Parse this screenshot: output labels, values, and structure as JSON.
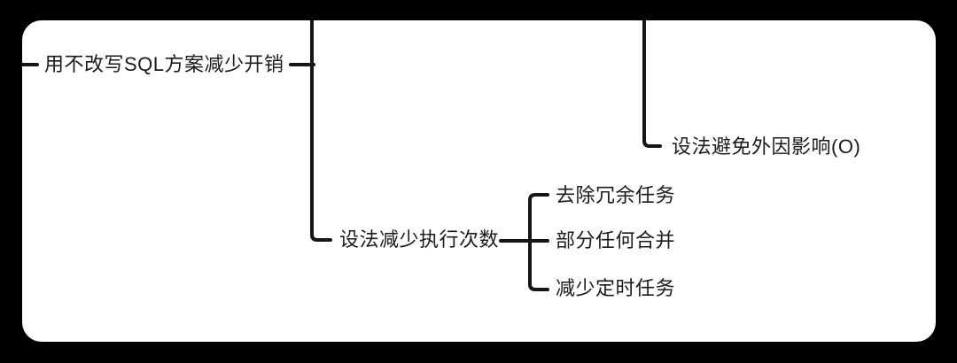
{
  "frame": {
    "background_color": "#000000",
    "panel_background_color": "#ffffff"
  },
  "style": {
    "line_color": "#161616",
    "text_color": "#1b1b1b"
  },
  "mindmap": {
    "nodes": {
      "root": "用不改写SQL方案减少开销",
      "avoid_external": "设法避免外因影响(O)",
      "reduce_exec": "设法减少执行次数",
      "child_remove_redundant": "去除冗余任务",
      "child_merge_partial": "部分任何合并",
      "child_reduce_scheduled": "减少定时任务"
    }
  }
}
